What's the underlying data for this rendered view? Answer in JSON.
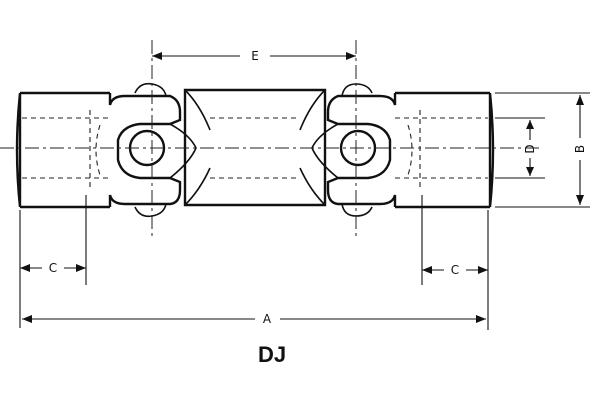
{
  "diagram": {
    "dimensions": {
      "A": "A",
      "B": "B",
      "C_left": "C",
      "C_right": "C",
      "D": "D",
      "E": "E"
    },
    "model_label": "DJ"
  }
}
